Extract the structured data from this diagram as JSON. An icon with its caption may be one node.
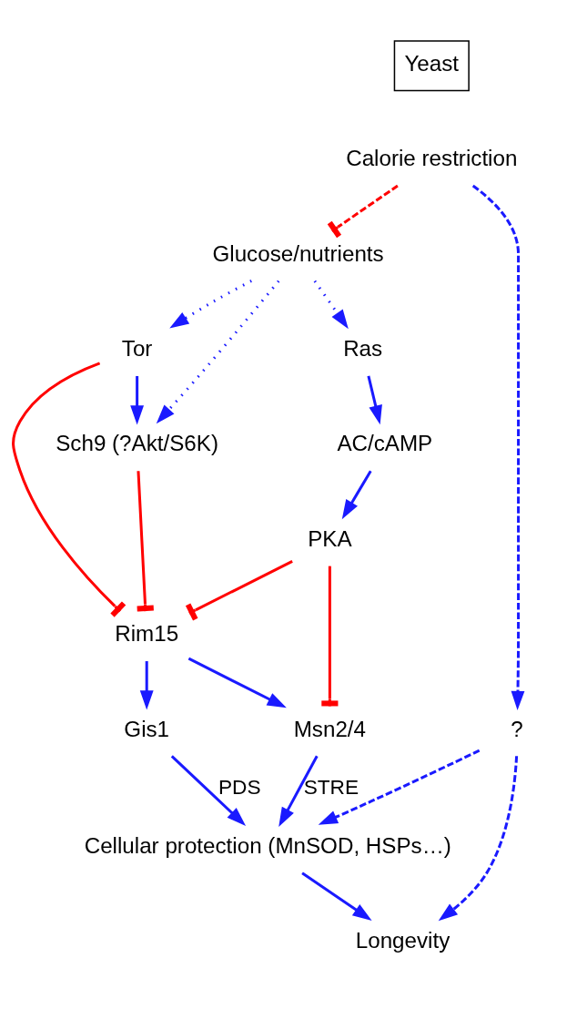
{
  "diagram": {
    "nodes": [
      {
        "text": [
          "Yeast"
        ]
      },
      {
        "text": [
          "Calorie restriction"
        ]
      },
      {
        "text": [
          "Glucose/nutrients"
        ]
      },
      {
        "text": [
          "Tor"
        ]
      },
      {
        "text": [
          "Ras"
        ]
      },
      {
        "text": [
          "Sch9 (?Akt/S6K)"
        ]
      },
      {
        "text": [
          "AC/cAMP"
        ]
      },
      {
        "text": [
          "PKA"
        ]
      },
      {
        "text": [
          "Rim15"
        ]
      },
      {
        "text": [
          "Gis1"
        ]
      },
      {
        "text": [
          "Msn2/4"
        ]
      },
      {
        "text": [
          "?"
        ]
      },
      {
        "text": [
          "Cellular protection (MnSOD, HSPs…)"
        ]
      },
      {
        "text": [
          "Longevity"
        ]
      }
    ],
    "edges": [
      {
        "from": 1,
        "to": 2,
        "arrow": "other",
        "style": "dashed",
        "color": "#ff0000"
      },
      {
        "from": 2,
        "to": 5,
        "arrow": "to",
        "style": "dashed"
      },
      {
        "from": 2,
        "to": 3,
        "arrow": "to",
        "style": "dashed"
      },
      {
        "from": 2,
        "to": 4,
        "arrow": "to",
        "style": "dashed"
      },
      {
        "from": 3,
        "to": 5,
        "arrow": "to"
      },
      {
        "from": 4,
        "to": 6,
        "arrow": "to"
      },
      {
        "from": 6,
        "to": 7,
        "arrow": "to"
      },
      {
        "from": 5,
        "to": 8,
        "arrow": "other",
        "color": "#ff0000"
      },
      {
        "from": 3,
        "to": 8,
        "arrow": "other",
        "color": "#ff0000"
      },
      {
        "from": 7,
        "to": 8,
        "arrow": "other",
        "color": "#ff0000"
      },
      {
        "from": 8,
        "to": 9,
        "arrow": "to"
      },
      {
        "from": 8,
        "to": 10,
        "arrow": "to"
      },
      {
        "from": 7,
        "to": 10,
        "arrow": "other",
        "color": "#ff0000"
      },
      {
        "from": 9,
        "to": 12,
        "label": "PDS",
        "arrow": "to"
      },
      {
        "from": 10,
        "to": 12,
        "label": "STRE",
        "arrow": "to"
      },
      {
        "from": 12,
        "to": 13,
        "arrow": "to"
      },
      {
        "from": 1,
        "to": 11,
        "arrow": "to",
        "style": "dashed"
      },
      {
        "from": 11,
        "to": 12,
        "arrow": "to",
        "style": "dashed"
      },
      {
        "from": 11,
        "to": 13,
        "arrow": "to",
        "style": "dashed"
      }
    ]
  }
}
